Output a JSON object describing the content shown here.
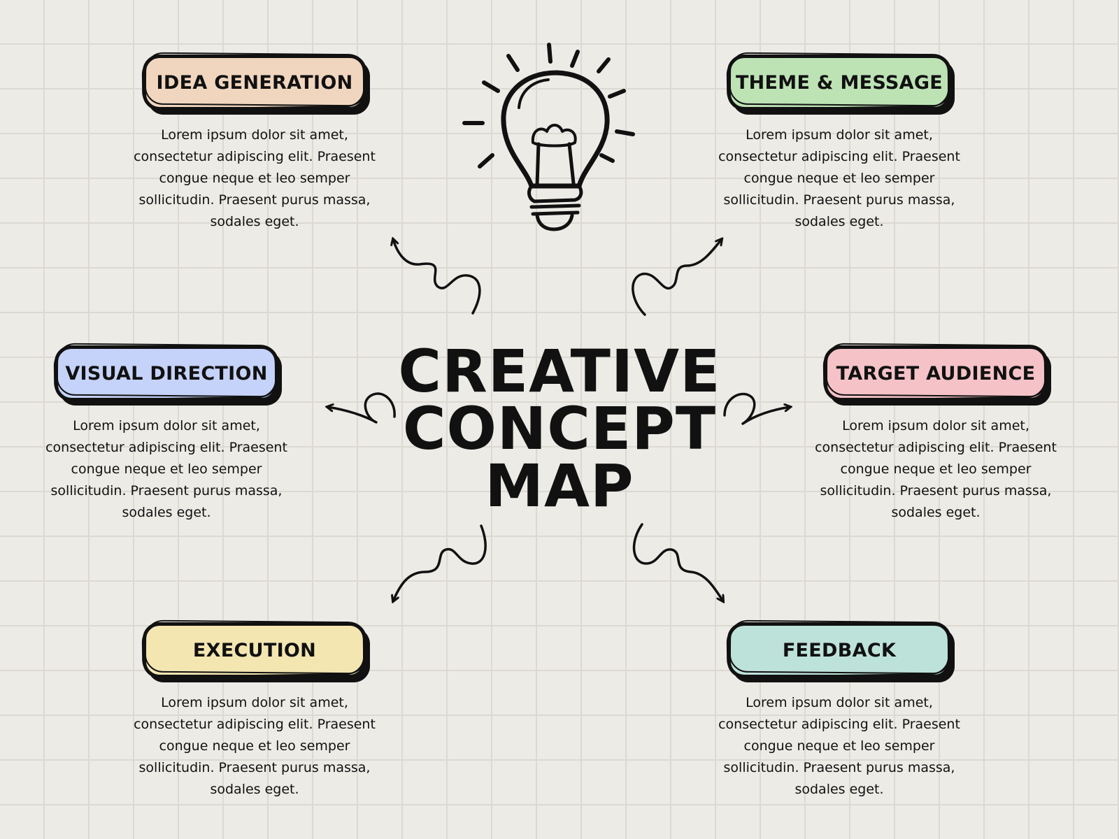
{
  "title_lines": [
    "CREATIVE",
    "CONCEPT",
    "MAP"
  ],
  "description": "Lorem ipsum dolor sit amet, consectetur adipiscing elit. Praesent congue neque et leo semper sollicitudin. Praesent purus massa, sodales eget.",
  "center_icon": "lightbulb-icon",
  "nodes": [
    {
      "title": "IDEA GENERATION",
      "color": "#f1d6bf"
    },
    {
      "title": "THEME & MESSAGE",
      "color": "#bde3b5"
    },
    {
      "title": "VISUAL DIRECTION",
      "color": "#c5d2f9"
    },
    {
      "title": "TARGET AUDIENCE",
      "color": "#f4c2c7"
    },
    {
      "title": "EXECUTION",
      "color": "#f3e6b1"
    },
    {
      "title": "FEEDBACK",
      "color": "#bde2da"
    }
  ]
}
